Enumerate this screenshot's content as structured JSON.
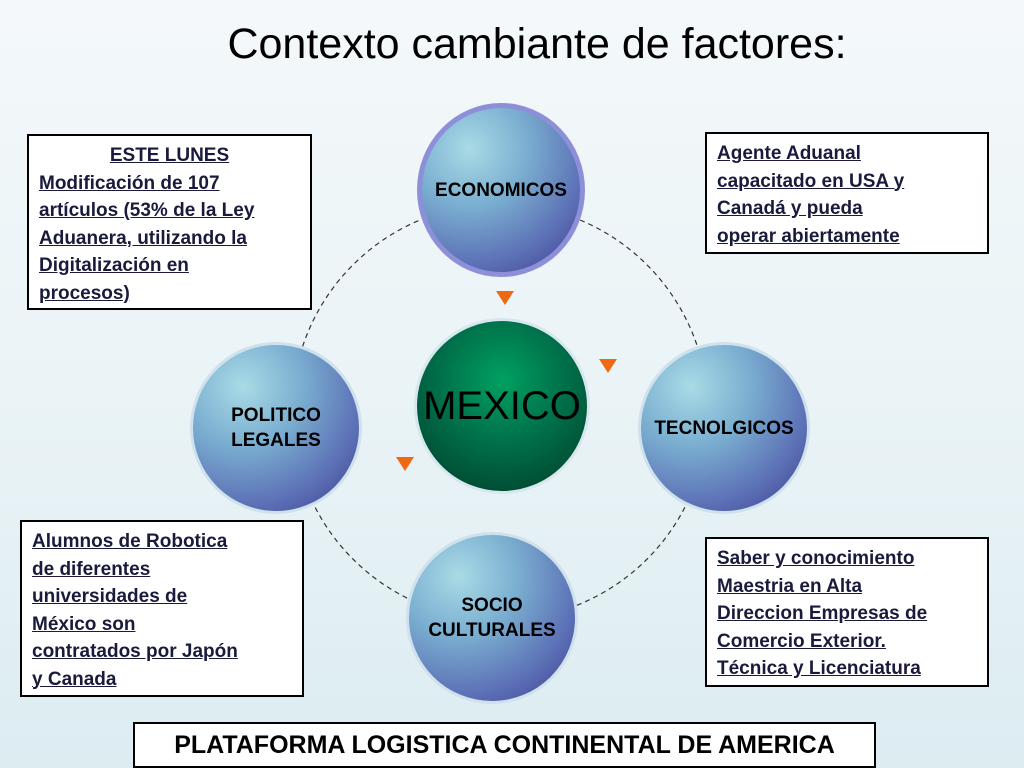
{
  "title": "Contexto cambiante de factores:",
  "center": {
    "label": "MEXICO"
  },
  "nodes": {
    "economicos": "ECONOMICOS",
    "tecnologicos": "TECNOLGICOS",
    "socio": [
      "SOCIO",
      "CULTURALES"
    ],
    "politico": [
      "POLITICO",
      "LEGALES"
    ]
  },
  "notes": {
    "top_left": [
      "ESTE LUNES",
      "Modificación de 107",
      "artículos (53% de la Ley",
      "Aduanera, utilizando la",
      "Digitalización en",
      "procesos)"
    ],
    "top_right": [
      "Agente Aduanal",
      "capacitado en USA y",
      "Canadá y pueda",
      "operar abiertamente"
    ],
    "bottom_left": [
      "Alumnos de Robotica",
      "de diferentes",
      "universidades de",
      "México son",
      "contratados por Japón",
      "y Canada"
    ],
    "bottom_right": [
      "Saber y conocimiento",
      "Maestria en Alta",
      "Direccion Empresas de",
      "Comercio Exterior.",
      "Técnica y Licenciatura"
    ]
  },
  "footer": "PLATAFORMA LOGISTICA CONTINENTAL DE AMERICA",
  "colors": {
    "arrow": "#ee6a12",
    "node_gradient_dark": "#3b3a8e",
    "center_green": "#00704a"
  }
}
